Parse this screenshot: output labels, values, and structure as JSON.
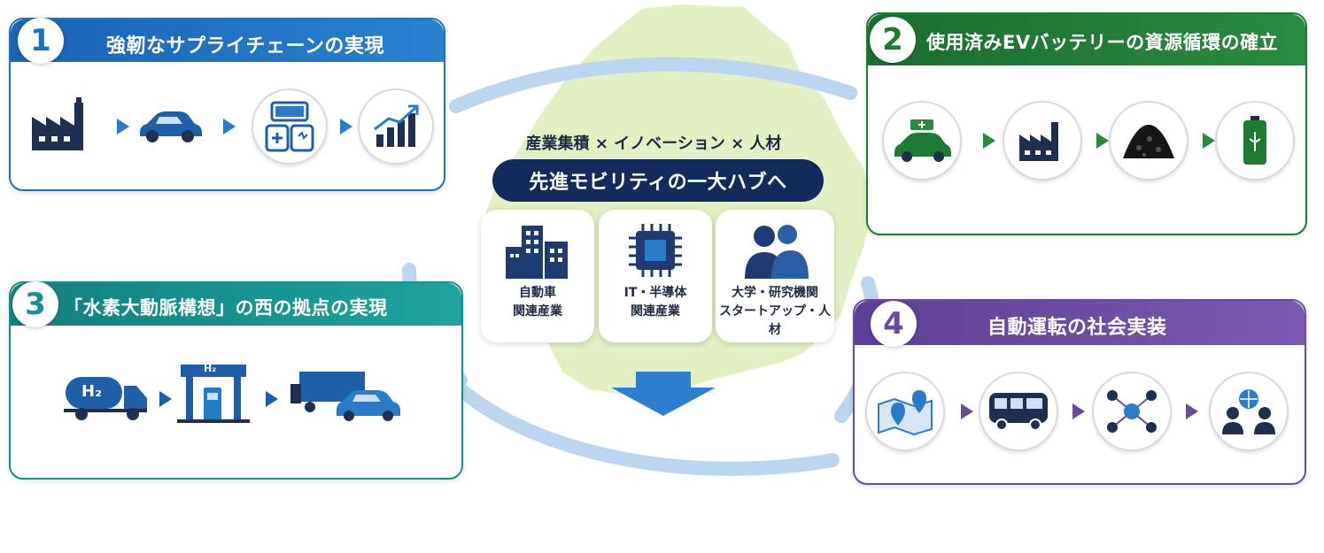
{
  "colors": {
    "blue": "#1f6fbf",
    "green": "#1f7a34",
    "teal": "#178f8c",
    "purple": "#6a4a9e",
    "navy": "#132a5c",
    "icon_dark": "#1e2f4f",
    "arrow_blue": "#2a7bc8"
  },
  "panels": [
    {
      "number": "1",
      "title": "強靭なサプライチェーンの実現",
      "icons": [
        "factory-icon",
        "car-icon",
        "battery-pack-icon",
        "growth-chart-icon"
      ]
    },
    {
      "number": "2",
      "title": "使用済みEVバッテリーの資源循環の確立",
      "icons": [
        "ev-car-battery-icon",
        "factory-icon",
        "black-mass-icon",
        "battery-icon"
      ]
    },
    {
      "number": "3",
      "title": "「水素大動脈構想」の西の拠点の実現",
      "icons": [
        "h2-tanker-truck-icon",
        "hydrogen-station-icon",
        "truck-and-car-icon"
      ],
      "tanker_label": "H₂",
      "station_label": "H₂"
    },
    {
      "number": "4",
      "title": "自動運転の社会実装",
      "icons": [
        "map-pin-icon",
        "bus-icon",
        "network-people-icon",
        "global-people-icon"
      ]
    }
  ],
  "center": {
    "subtitle": "産業集積 × イノベーション × 人材",
    "banner": "先進モビリティの一大ハブへ",
    "categories": [
      {
        "icon": "buildings-icon",
        "line1": "自動車",
        "line2": "関連産業"
      },
      {
        "icon": "chip-icon",
        "line1": "IT・半導体",
        "line2": "関連産業"
      },
      {
        "icon": "people-icon",
        "line1": "大学・研究機関",
        "line2": "スタートアップ・人材"
      }
    ]
  }
}
